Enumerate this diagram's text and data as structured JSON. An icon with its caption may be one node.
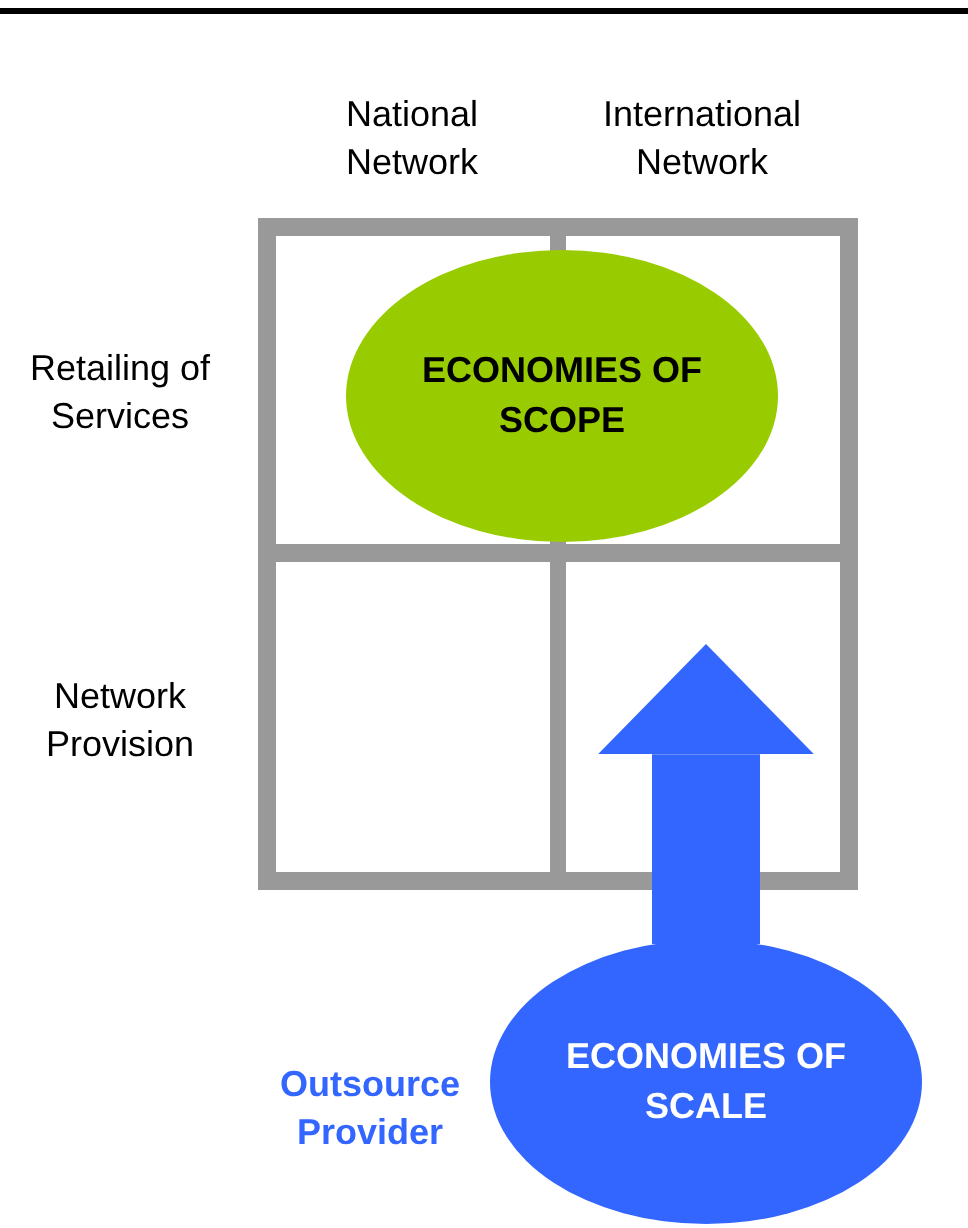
{
  "diagram": {
    "nodes": [
      {
        "text": [],
        "shape": "box"
      },
      {
        "text": [
          "ECONOMIES OF SCOPE"
        ],
        "in": 0
      },
      {
        "text": [
          "ECONOMIES OF SCALE"
        ],
        "beside": [
          "Outsource Provider"
        ]
      }
    ],
    "edges": [
      {
        "from": 2,
        "to": 0,
        "arrow": "to",
        "color": "#3366ff"
      }
    ],
    "labels": [
      "National Network",
      "International Network",
      "Retailing of Services",
      "Network Provision"
    ]
  }
}
